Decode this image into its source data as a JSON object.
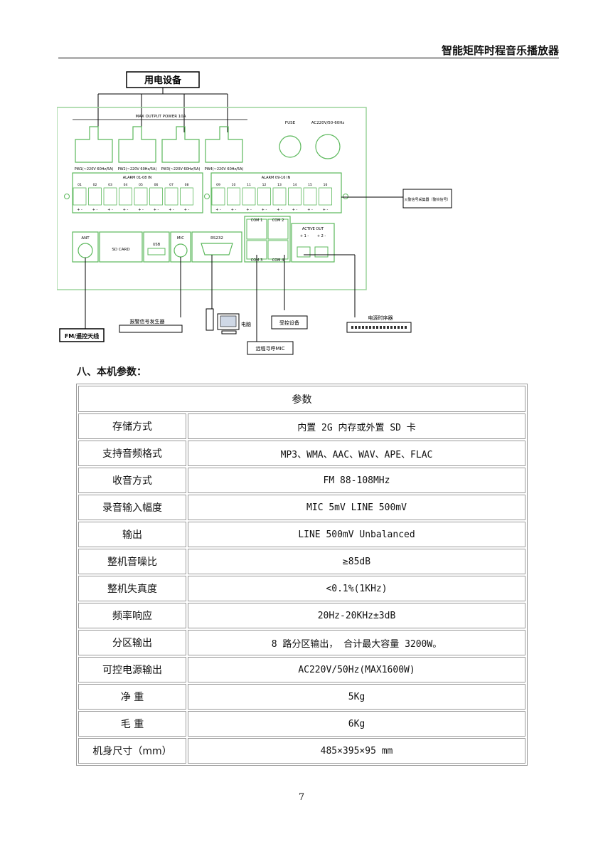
{
  "header": {
    "title": "智能矩阵时程音乐播放器"
  },
  "diagram": {
    "power_devices_label": "用电设备",
    "max_output_label": "MAX OUTPUT POWER 10A",
    "fuse_label": "FUSE",
    "ac_label": "AC220V/50-60Hz",
    "outlets": [
      "PW1(~220V 60Hz/5A)",
      "PW2(~220V 60Hz/5A)",
      "PW3(~220V 60Hz/5A)",
      "PW4(~220V 60Hz/5A)"
    ],
    "alarm_left_label": "ALARM 01-08 IN",
    "alarm_right_label": "ALARM 09-16 IN",
    "alarm_left_numbers": [
      "01",
      "02",
      "03",
      "04",
      "05",
      "06",
      "07",
      "08"
    ],
    "alarm_right_numbers": [
      "09",
      "10",
      "11",
      "12",
      "13",
      "14",
      "15",
      "16"
    ],
    "ant_label": "ANT",
    "sd_label": "SD CARD",
    "usb_label": "USB",
    "mic_label": "MIC",
    "rs232_label": "RS232",
    "com_labels": [
      "COM 1",
      "COM 2",
      "COM 3",
      "COM 4"
    ],
    "active_out_label": "ACTIVE OUT",
    "fire_signal_label": "火警信号采集器（警铃信号）",
    "fm_antenna_label": "FM/遥控天线",
    "alarm_generator_label": "报警信号发生器",
    "computer_label": "电脑",
    "remote_mic_label": "远程寻呼MIC",
    "controlled_device_label": "受控设备",
    "power_sequencer_label": "电源时序器"
  },
  "section": {
    "title": "八、本机参数："
  },
  "spec_table": {
    "header": "参数",
    "rows": [
      {
        "label": "存储方式",
        "value": "内置 2G 内存或外置 SD 卡"
      },
      {
        "label": "支持音频格式",
        "value": "MP3、WMA、AAC、WAV、APE、FLAC"
      },
      {
        "label": "收音方式",
        "value": "FM 88-108MHz"
      },
      {
        "label": "录音输入幅度",
        "value": "MIC 5mV LINE 500mV"
      },
      {
        "label": "输出",
        "value": "LINE 500mV Unbalanced"
      },
      {
        "label": "整机音噪比",
        "value": "≥85dB"
      },
      {
        "label": "整机失真度",
        "value": "<0.1%(1KHz)"
      },
      {
        "label": "频率响应",
        "value": "20Hz-20KHz±3dB"
      },
      {
        "label": "分区输出",
        "value": "8 路分区输出， 合计最大容量 3200W。"
      },
      {
        "label": "可控电源输出",
        "value": "AC220V/50Hz(MAX1600W)"
      },
      {
        "label": "净 重",
        "value": "5Kg"
      },
      {
        "label": "毛 重",
        "value": "6Kg"
      },
      {
        "label": "机身尺寸（mm）",
        "value": "485×395×95 mm"
      }
    ]
  },
  "footer": {
    "page_number": "7"
  }
}
